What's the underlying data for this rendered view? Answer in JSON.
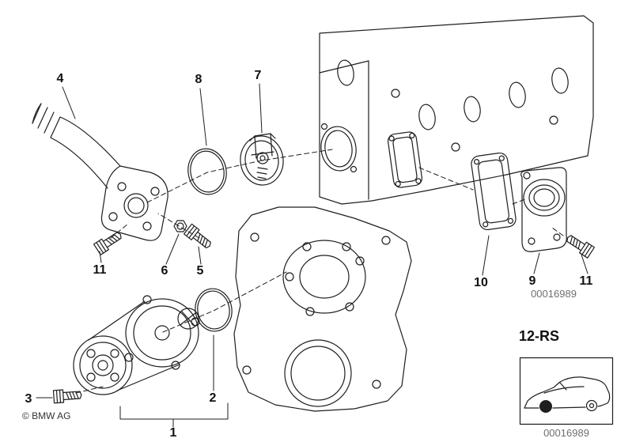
{
  "diagram": {
    "callouts": {
      "c1": "1",
      "c2": "2",
      "c3": "3",
      "c4": "4",
      "c5": "5",
      "c6": "6",
      "c7": "7",
      "c8": "8",
      "c9": "9",
      "c10": "10",
      "c11_left": "11",
      "c11_right": "11"
    },
    "section_code": "12-RS",
    "drawing_number_top": "00016989",
    "drawing_number_bottom": "00016989",
    "copyright": "© BMW AG",
    "thumbnail_icon": "car-side-icon",
    "colors": {
      "line": "#1e1e1e",
      "text": "#111111",
      "muted": "#6f6f6f",
      "background": "#ffffff"
    }
  }
}
